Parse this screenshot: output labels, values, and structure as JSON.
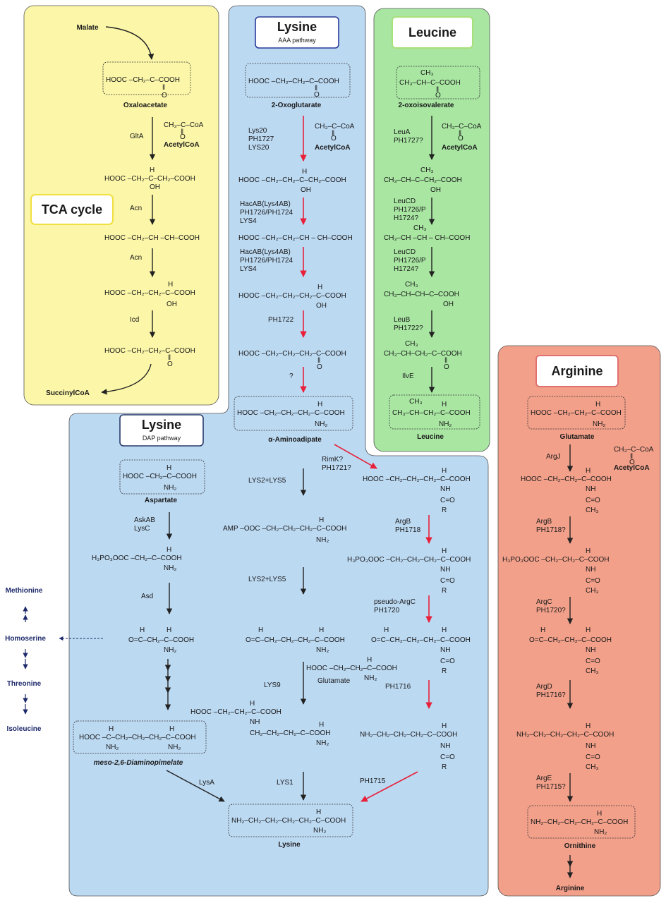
{
  "panels": {
    "tca": {
      "title": "TCA cycle",
      "color": "#fbf6a8"
    },
    "lys_aaa": {
      "title": "Lysine",
      "subtitle": "AAA pathway",
      "color": "#bcd9f2"
    },
    "leu": {
      "title": "Leucine",
      "color": "#a8e6a2"
    },
    "arg": {
      "title": "Arginine",
      "color": "#f2a08a"
    },
    "lys_dap": {
      "title": "Lysine",
      "subtitle": "DAP pathway",
      "color": "#bcd9f2"
    }
  },
  "tca": {
    "malate": "Malate",
    "oxaloacetate": "Oxaloacetate",
    "succinylcoa": "SuccinylCoA",
    "acetylcoa": "AcetylCoA",
    "enz": [
      "GltA",
      "Acn",
      "Acn",
      "Icd"
    ]
  },
  "lys_aaa": {
    "oxoglutarate": "2-Oxoglutarate",
    "acetylcoa": "AcetylCoA",
    "aminoadipate": "α-Aminoadipate",
    "enz1": [
      "Lys20",
      "PH1727",
      "LYS20"
    ],
    "enz2": [
      "HacAB(Lys4AB)",
      "PH1726/PH1724",
      "LYS4"
    ],
    "enz3": [
      "HacAB(Lys4AB)",
      "PH1726/PH1724",
      "LYS4"
    ],
    "enz4": "PH1722",
    "enz5": "?"
  },
  "leu": {
    "oxoisovalerate": "2-oxoisovalerate",
    "acetylcoa": "AcetylCoA",
    "leucine": "Leucine",
    "enz1": [
      "LeuA",
      "PH1727?"
    ],
    "enz2": [
      "LeuCD",
      "PH1726/P",
      "H1724?"
    ],
    "enz3": [
      "LeuCD",
      "PH1726/P",
      "H1724?"
    ],
    "enz4": [
      "LeuB",
      "PH1722?"
    ],
    "enz5": "IlvE"
  },
  "arg": {
    "glutamate": "Glutamate",
    "acetylcoa": "AcetylCoA",
    "ornithine": "Ornithine",
    "arginine": "Arginine",
    "enz1": "ArgJ",
    "enz2": [
      "ArgB",
      "PH1718?"
    ],
    "enz3": [
      "ArgC",
      "PH1720?"
    ],
    "enz4": [
      "ArgD",
      "PH1716?"
    ],
    "enz5": [
      "ArgE",
      "PH1715?"
    ]
  },
  "dap": {
    "aspartate": "Aspartate",
    "dap": "meso-2,6-Diaminopimelate",
    "lysine": "Lysine",
    "enz1": [
      "AskAB",
      "LysC"
    ],
    "enz2": "Asd",
    "enz3": "LysA"
  },
  "mid": {
    "lys25a": "LYS2+LYS5",
    "lys25b": "LYS2+LYS5",
    "lys9": "LYS9",
    "glutamate": "Glutamate",
    "lys1": "LYS1",
    "rimk": [
      "RimK?",
      "PH1721?"
    ],
    "argb": [
      "ArgB",
      "PH1718"
    ],
    "pargc": [
      "pseudo-ArgC",
      "PH1720"
    ],
    "ph1716": "PH1716",
    "ph1715": "PH1715"
  },
  "side": [
    "Methionine",
    "Homoserine",
    "Threonine",
    "Isoleucine"
  ]
}
